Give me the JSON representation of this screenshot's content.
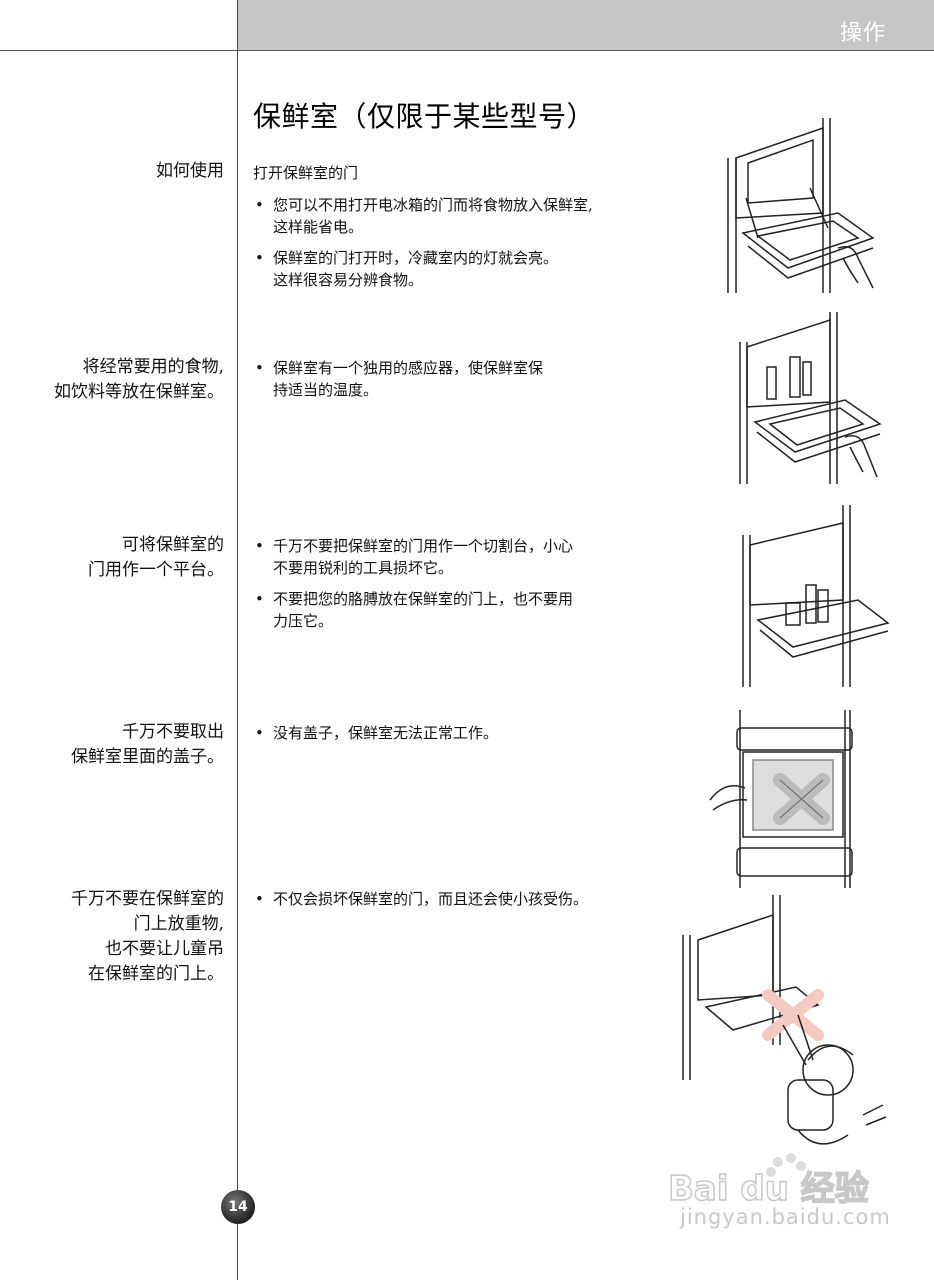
{
  "header": {
    "title": "操作"
  },
  "page_heading": "保鲜室（仅限于某些型号）",
  "sections": [
    {
      "label": "如何使用",
      "intro": "打开保鲜室的门",
      "bullets": [
        "您可以不用打开电冰箱的门而将食物放入保鲜室,\n这样能省电。",
        "保鲜室的门打开时，冷藏室内的灯就会亮。\n这样很容易分辨食物。"
      ]
    },
    {
      "label": "将经常要用的食物,\n如饮料等放在保鲜室。",
      "bullets": [
        "保鲜室有一个独用的感应器，使保鲜室保\n持适当的温度。"
      ]
    },
    {
      "label": "可将保鲜室的\n门用作一个平台。",
      "bullets": [
        "千万不要把保鲜室的门用作一个切割台，小心\n不要用锐利的工具损坏它。",
        "不要把您的胳膊放在保鲜室的门上，也不要用\n力压它。"
      ]
    },
    {
      "label": "千万不要取出\n保鲜室里面的盖子。",
      "bullets": [
        "没有盖子，保鲜室无法正常工作。"
      ]
    },
    {
      "label": "千万不要在保鲜室的\n门上放重物,\n也不要让儿童吊\n在保鲜室的门上。",
      "bullets": [
        "不仅会损坏保鲜室的门，而且还会使小孩受伤。"
      ]
    }
  ],
  "page_number": "14",
  "watermark": {
    "text": "jingyan.baidu.com",
    "logo": "Bai du 经验"
  }
}
